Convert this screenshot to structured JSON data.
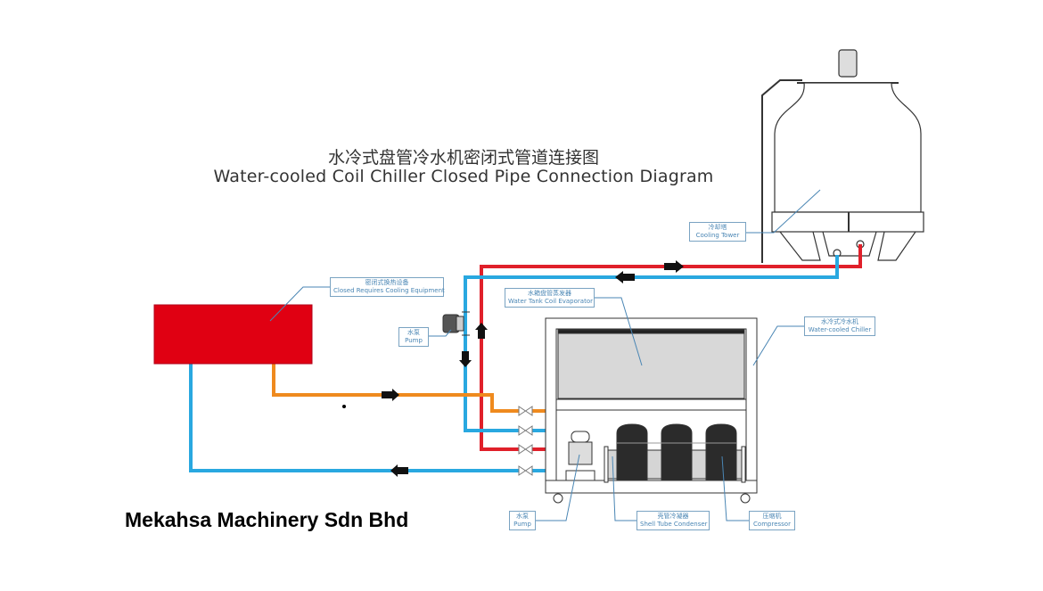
{
  "title": {
    "cn": "水冷式盘管冷水机密闭式管道连接图",
    "en": "Water-cooled Coil Chiller Closed Pipe Connection Diagram"
  },
  "labels": {
    "cooling_tower": {
      "cn": "冷却塔",
      "en": "Cooling Tower"
    },
    "closed_equipment": {
      "cn": "密闭式换热设备",
      "en": "Closed Requires Cooling Equipment"
    },
    "evaporator": {
      "cn": "水箱盘管蒸发器",
      "en": "Water Tank Coil Evaporator"
    },
    "chiller": {
      "cn": "水冷式冷水机",
      "en": "Water-cooled Chiller"
    },
    "pump_external": {
      "cn": "水泵",
      "en": "Pump"
    },
    "pump_internal": {
      "cn": "水泵",
      "en": "Pump"
    },
    "condenser": {
      "cn": "壳管冷凝器",
      "en": "Shell Tube Condenser"
    },
    "compressor": {
      "cn": "压缩机",
      "en": "Compressor"
    }
  },
  "company": "Mekahsa Machinery Sdn Bhd",
  "colors": {
    "hot_pipe": "#e0202a",
    "cold_pipe": "#29a8e0",
    "process_pipe": "#ef8a1e",
    "equipment": "#e00012",
    "callout": "#4a86b4"
  }
}
